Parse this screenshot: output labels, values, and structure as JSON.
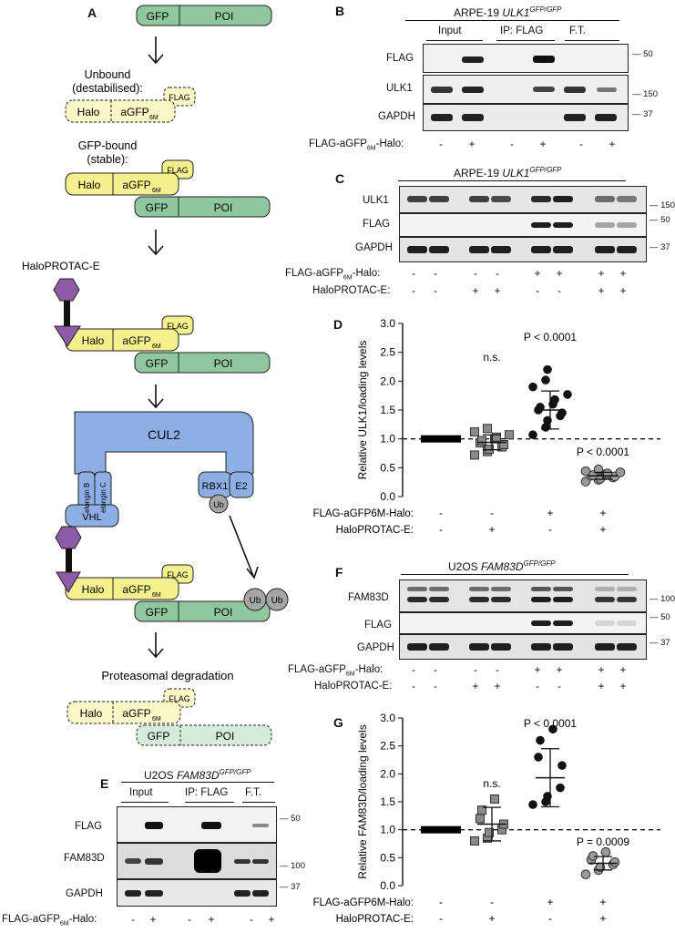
{
  "schematic": {
    "letter": "A",
    "gfp": "GFP",
    "poi": "POI",
    "unbound_title_1": "Unbound",
    "unbound_title_2": "(destabilised):",
    "gfp_bound_title_1": "GFP-bound",
    "gfp_bound_title_2": "(stable):",
    "halo": "Halo",
    "agfp": "aGFP",
    "agfp_sub": "6M",
    "flag": "FLAG",
    "protac_label": "HaloPROTAC-E",
    "cul2": "CUL2",
    "rbx1": "RBX1",
    "e2": "E2",
    "ub": "Ub",
    "elongin_b": "elongin B",
    "elongin_c": "elongin C",
    "vhl": "VHL",
    "proteasomal": "Proteasomal degradation",
    "colors": {
      "gfp_fill": "#8fc79f",
      "halo_fill": "#f5f08e",
      "cul_fill": "#8eaee6",
      "protac": "#8e5ba6",
      "ub_fill": "#a6a6a6"
    }
  },
  "panel_b": {
    "letter": "B",
    "title": "ARPE-19",
    "title_gene": "ULK1",
    "title_sup": "GFP/GFP",
    "groups": [
      "Input",
      "IP: FLAG",
      "F.T."
    ],
    "rows": [
      "FLAG",
      "ULK1",
      "GAPDH"
    ],
    "mw": [
      "50",
      "150",
      "37"
    ],
    "treatment_label": "FLAG-aGFP6M-Halo:",
    "treatment": [
      "-",
      "+",
      "-",
      "+",
      "-",
      "+"
    ]
  },
  "panel_c": {
    "letter": "C",
    "title": "ARPE-19",
    "title_gene": "ULK1",
    "title_sup": "GFP/GFP",
    "rows": [
      "ULK1",
      "FLAG",
      "GAPDH"
    ],
    "mw": [
      "150",
      "50",
      "37"
    ],
    "treatment1_label": "FLAG-aGFP6M-Halo:",
    "treatment1": [
      "-",
      "-",
      "-",
      "-",
      "+",
      "+",
      "+",
      "+"
    ],
    "treatment2_label": "HaloPROTAC-E:",
    "treatment2": [
      "-",
      "-",
      "+",
      "+",
      "-",
      "-",
      "+",
      "+"
    ]
  },
  "panel_e": {
    "letter": "E",
    "title": "U2OS",
    "title_gene": "FAM83D",
    "title_sup": "GFP/GFP",
    "groups": [
      "Input",
      "IP: FLAG",
      "F.T."
    ],
    "rows": [
      "FLAG",
      "FAM83D",
      "GAPDH"
    ],
    "mw": [
      "50",
      "100",
      "37"
    ],
    "treatment_label": "FLAG-aGFP6M-Halo:",
    "treatment": [
      "-",
      "+",
      "-",
      "+",
      "-",
      "+"
    ]
  },
  "panel_f": {
    "letter": "F",
    "title": "U2OS",
    "title_gene": "FAM83D",
    "title_sup": "GFP/GFP",
    "rows": [
      "FAM83D",
      "FLAG",
      "GAPDH"
    ],
    "mw": [
      "100",
      "50",
      "37"
    ],
    "treatment1_label": "FLAG-aGFP6M-Halo:",
    "treatment1": [
      "-",
      "-",
      "-",
      "-",
      "+",
      "+",
      "+",
      "+"
    ],
    "treatment2_label": "HaloPROTAC-E:",
    "treatment2": [
      "-",
      "-",
      "+",
      "+",
      "-",
      "-",
      "+",
      "+"
    ]
  },
  "chart_data": [
    {
      "panel": "D",
      "type": "scatter",
      "ylabel": "Relative ULK1/loading levels",
      "ylim": [
        0,
        3.0
      ],
      "yticks": [
        0.0,
        0.5,
        1.0,
        1.5,
        2.0,
        2.5,
        3.0
      ],
      "reference_line": 1.0,
      "row1_label": "FLAG-aGFP6M-Halo:",
      "row1": [
        "-",
        "-",
        "+",
        "+"
      ],
      "row2_label": "HaloPROTAC-E:",
      "row2": [
        "-",
        "+",
        "-",
        "+"
      ],
      "annotations": [
        "",
        "n.s.",
        "P < 0.0001",
        "P < 0.0001"
      ],
      "groups": [
        {
          "marker": "rect-black",
          "values": [
            1.0,
            1.0,
            1.0,
            1.0,
            1.0,
            1.0,
            1.0,
            1.0,
            1.0,
            1.0,
            1.0,
            1.0
          ],
          "mean": 1.0,
          "sd": 0.0
        },
        {
          "marker": "square-gray",
          "values": [
            0.72,
            0.78,
            0.82,
            0.86,
            0.9,
            0.93,
            0.97,
            1.0,
            1.03,
            1.07,
            1.12,
            1.18
          ],
          "mean": 0.94,
          "sd": 0.13
        },
        {
          "marker": "circle-black",
          "values": [
            1.07,
            1.2,
            1.32,
            1.4,
            1.45,
            1.5,
            1.55,
            1.6,
            1.68,
            1.77,
            1.9,
            2.02,
            2.2
          ],
          "mean": 1.5,
          "sd": 0.33
        },
        {
          "marker": "circle-gray",
          "values": [
            0.26,
            0.29,
            0.31,
            0.33,
            0.35,
            0.36,
            0.37,
            0.39,
            0.4,
            0.42,
            0.44,
            0.47
          ],
          "mean": 0.36,
          "sd": 0.06
        }
      ]
    },
    {
      "panel": "G",
      "type": "scatter",
      "ylabel": "Relative FAM83D/loading levels",
      "ylim": [
        0,
        3.0
      ],
      "yticks": [
        0.0,
        0.5,
        1.0,
        1.5,
        2.0,
        2.5,
        3.0
      ],
      "reference_line": 1.0,
      "row1_label": "FLAG-aGFP6M-Halo:",
      "row1": [
        "-",
        "-",
        "+",
        "+"
      ],
      "row2_label": "HaloPROTAC-E:",
      "row2": [
        "-",
        "+",
        "-",
        "+"
      ],
      "annotations": [
        "",
        "n.s.",
        "P < 0.0001",
        "P = 0.0009"
      ],
      "groups": [
        {
          "marker": "rect-black",
          "values": [
            1.0,
            1.0,
            1.0,
            1.0,
            1.0,
            1.0,
            1.0,
            1.0
          ],
          "mean": 1.0,
          "sd": 0.0
        },
        {
          "marker": "square-gray",
          "values": [
            0.8,
            0.85,
            0.95,
            1.0,
            1.1,
            1.2,
            1.35,
            1.55
          ],
          "mean": 1.1,
          "sd": 0.3
        },
        {
          "marker": "circle-black",
          "values": [
            1.45,
            1.5,
            1.6,
            1.75,
            2.15,
            2.3,
            2.6,
            2.8
          ],
          "mean": 1.93,
          "sd": 0.52
        },
        {
          "marker": "circle-gray",
          "values": [
            0.2,
            0.28,
            0.33,
            0.38,
            0.42,
            0.46,
            0.53,
            0.6
          ],
          "mean": 0.4,
          "sd": 0.12
        }
      ]
    }
  ]
}
